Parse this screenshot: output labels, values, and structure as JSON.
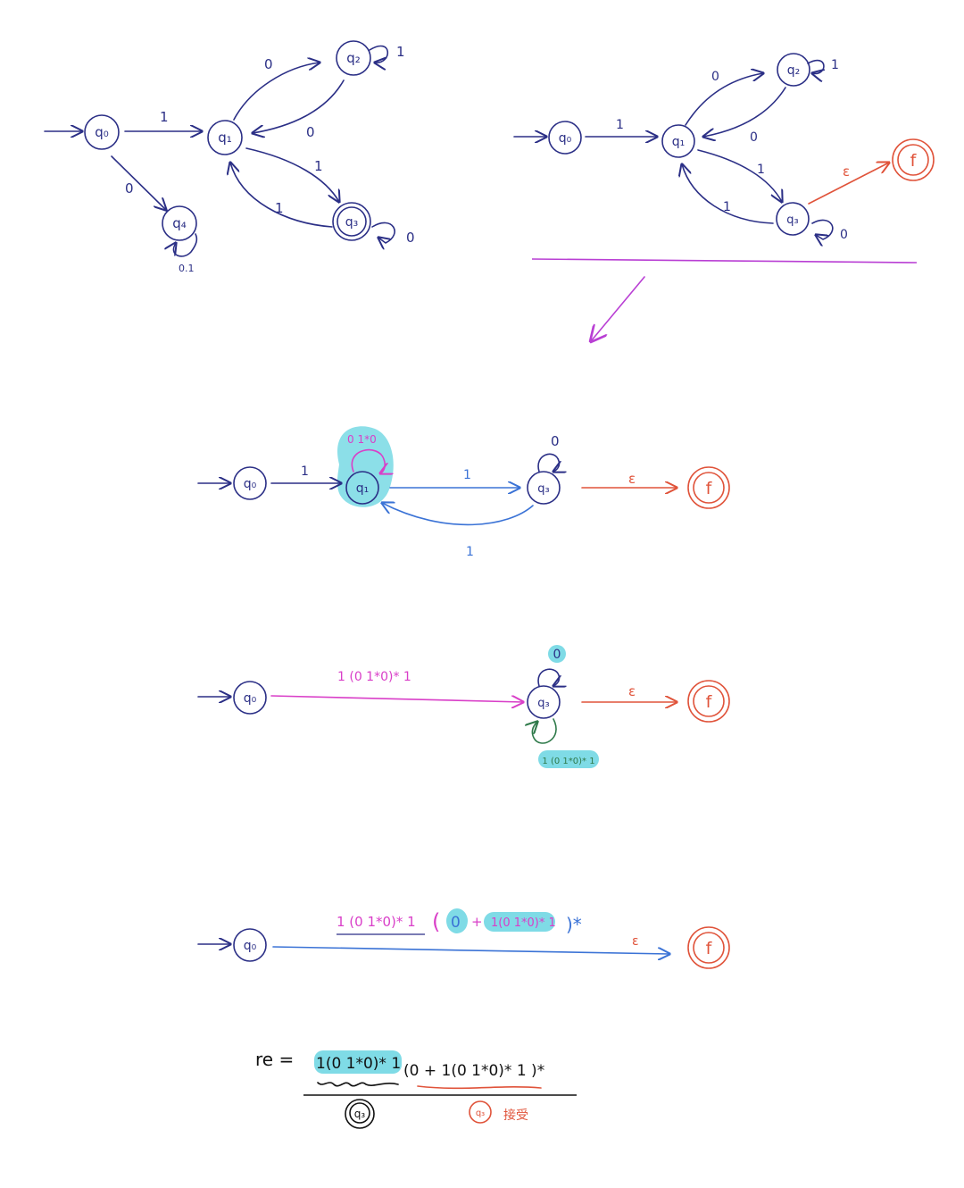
{
  "colors": {
    "ink": "#2b2f86",
    "red": "#e0533a",
    "magenta": "#d93fc8",
    "purple": "#b93fd4",
    "blue": "#3b73d6",
    "green": "#2f7a4a",
    "cyan": "#7fdbe6",
    "black": "#111111"
  },
  "states": {
    "q0": "q₀",
    "q1": "q₁",
    "q2": "q₂",
    "q3": "q₃",
    "q4": "q₄",
    "f": "f"
  },
  "labels": {
    "zero": "0",
    "one": "1",
    "eps": "ε",
    "q4_loop": "0.1",
    "loop_q1": "0 1*0",
    "stage3_edge": "1 (0 1*0)* 1",
    "stage3_q3_loop": "1 (0 1*0)* 1",
    "stage4_expr_part1": "1 (0 1*0)* 1",
    "stage4_expr_open": "(",
    "stage4_expr_zero": "0",
    "stage4_expr_plus": "+",
    "stage4_expr_inner": "1(0 1*0)* 1",
    "stage4_expr_close": ")*"
  },
  "final": {
    "lhs": "re =",
    "part1": "1(0 1*0)* 1",
    "part2": "(0 + 1(0 1*0)* 1 )*",
    "note_state": "q₃",
    "note_accept": "q₃",
    "note_text": "接受"
  }
}
